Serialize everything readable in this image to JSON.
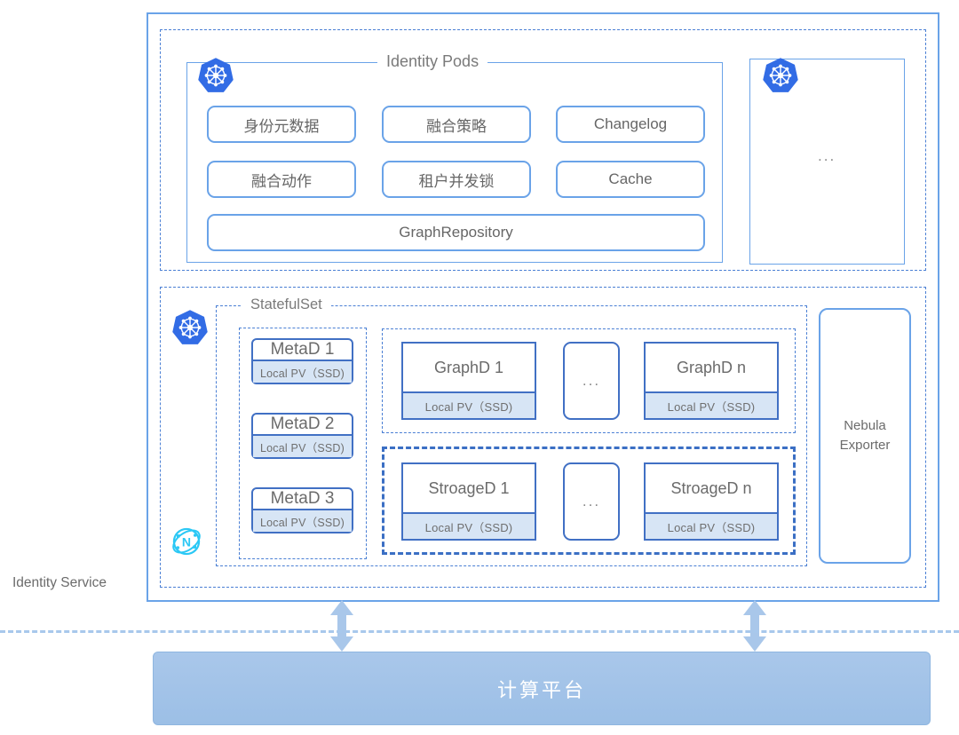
{
  "service": {
    "label": "Identity Service"
  },
  "identity_pods": {
    "title": "Identity Pods",
    "k8s_icon": "kubernetes-icon",
    "components": [
      {
        "label": "身份元数据"
      },
      {
        "label": "融合策略"
      },
      {
        "label": "Changelog"
      },
      {
        "label": "融合动作"
      },
      {
        "label": "租户并发锁"
      },
      {
        "label": "Cache"
      }
    ],
    "repository": {
      "label": "GraphRepository"
    },
    "ellipsis_pod": {
      "k8s_icon": "kubernetes-icon",
      "label": "..."
    }
  },
  "statefulset": {
    "title": "StatefulSet",
    "k8s_icon": "kubernetes-icon",
    "nebula_icon": "nebula-logo-icon",
    "pv_label": "Local PV（SSD)",
    "metad": [
      {
        "name": "MetaD 1",
        "pv": "Local PV（SSD)"
      },
      {
        "name": "MetaD 2",
        "pv": "Local PV（SSD)"
      },
      {
        "name": "MetaD 3",
        "pv": "Local PV（SSD)"
      }
    ],
    "graphd": {
      "first": {
        "name": "GraphD 1",
        "pv": "Local PV（SSD)"
      },
      "ellipsis": "...",
      "last": {
        "name": "GraphD n",
        "pv": "Local PV（SSD)"
      }
    },
    "storaged": {
      "first": {
        "name": "StroageD 1",
        "pv": "Local PV（SSD)"
      },
      "ellipsis": "...",
      "last": {
        "name": "StroageD n",
        "pv": "Local PV（SSD)"
      }
    }
  },
  "exporter": {
    "line1": "Nebula",
    "line2": "Exporter"
  },
  "platform": {
    "label": "计算平台"
  },
  "colors": {
    "frame_blue": "#6aa3e8",
    "node_blue": "#4170c4",
    "dash_blue": "#4a7fd4",
    "pv_fill": "#d7e5f5",
    "platform_fill": "#a9c7ea",
    "k8s_blue": "#326ce5",
    "nebula_cyan": "#2bc8f5",
    "text_gray": "#6b6b6b"
  }
}
